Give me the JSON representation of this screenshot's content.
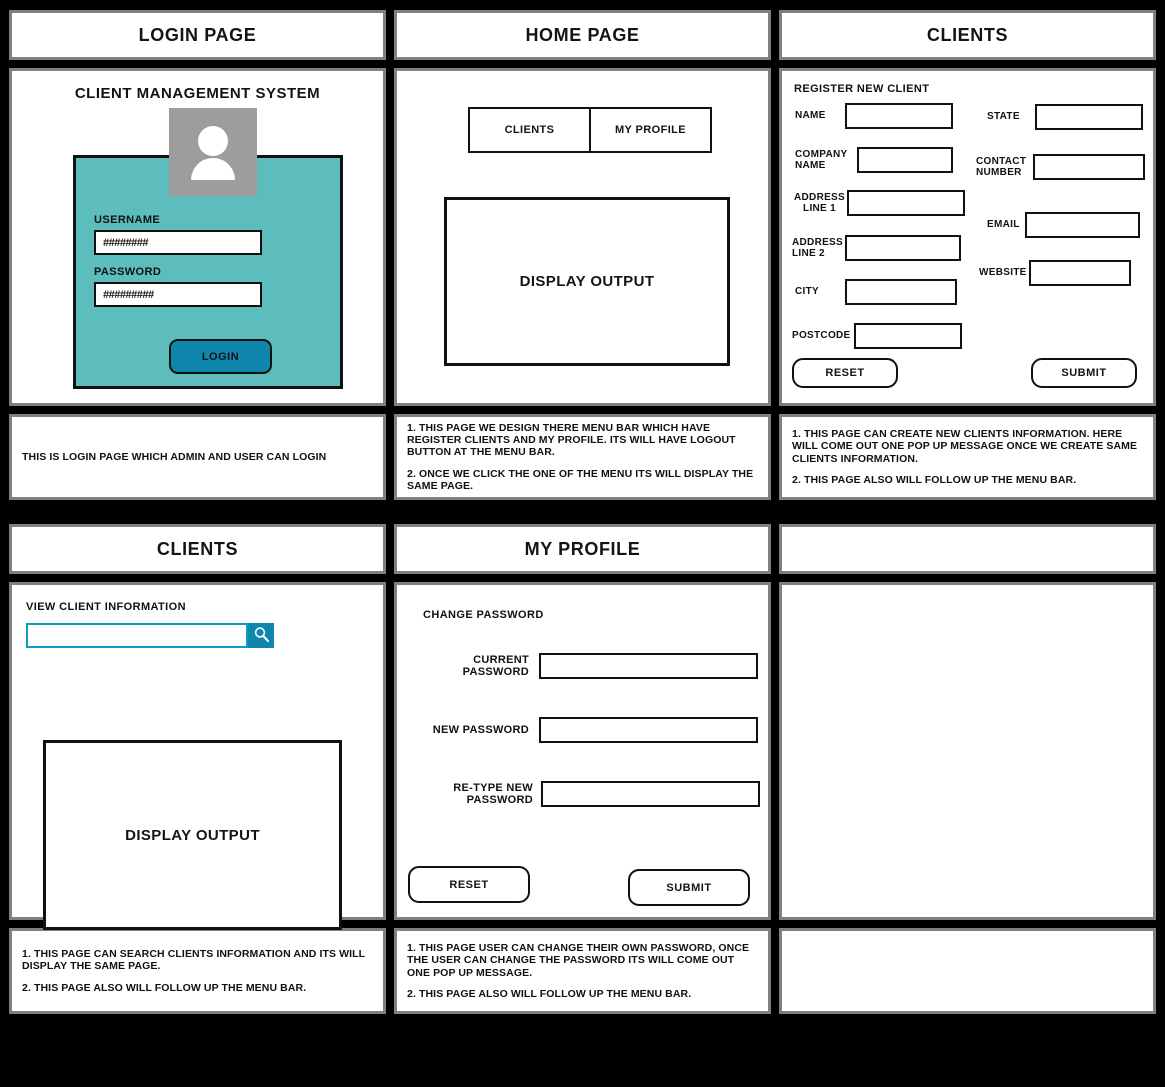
{
  "board": {
    "background_color": "#000000",
    "card_border_color": "#808080",
    "teal_color": "#5DBCBC",
    "blue_color": "#0F87AD",
    "avatar_color": "#9D9D9D"
  },
  "panels": {
    "login": {
      "title": "LOGIN PAGE",
      "heading": "CLIENT MANAGEMENT SYSTEM",
      "avatar_icon": "user-avatar-icon",
      "username_label": "USERNAME",
      "username_value": "########",
      "password_label": "PASSWORD",
      "password_value": "#########",
      "login_button": "LOGIN",
      "note_lines": [
        "THIS IS LOGIN PAGE WHICH ADMIN AND USER CAN LOGIN"
      ]
    },
    "home": {
      "title": "HOME PAGE",
      "menu": [
        {
          "label": "CLIENTS"
        },
        {
          "label": "MY PROFILE"
        }
      ],
      "display_output": "DISPLAY OUTPUT",
      "note_lines": [
        "1. THIS PAGE WE DESIGN THERE MENU BAR WHICH HAVE REGISTER CLIENTS AND MY PROFILE. ITS WILL HAVE LOGOUT BUTTON AT THE MENU BAR.",
        "2. ONCE WE CLICK THE ONE OF THE MENU ITS WILL DISPLAY THE SAME PAGE."
      ]
    },
    "register_clients": {
      "title": "CLIENTS",
      "form_heading": "REGISTER NEW CLIENT",
      "fields_left": [
        {
          "label": "NAME",
          "value": ""
        },
        {
          "label": "COMPANY\nNAME",
          "value": ""
        },
        {
          "label": "ADDRESS\nLINE 1",
          "value": ""
        },
        {
          "label": "ADDRESS\nLINE 2",
          "value": ""
        },
        {
          "label": "CITY",
          "value": ""
        },
        {
          "label": "POSTCODE",
          "value": ""
        }
      ],
      "fields_right": [
        {
          "label": "STATE",
          "value": ""
        },
        {
          "label": "CONTACT\nNUMBER",
          "value": ""
        },
        {
          "label": "EMAIL",
          "value": ""
        },
        {
          "label": "WEBSITE",
          "value": ""
        }
      ],
      "reset_button": "RESET",
      "submit_button": "SUBMIT",
      "note_lines": [
        "1. THIS PAGE CAN CREATE NEW CLIENTS INFORMATION. HERE WILL COME OUT ONE POP UP MESSAGE ONCE WE CREATE SAME CLIENTS INFORMATION.",
        "2. THIS PAGE ALSO WILL FOLLOW UP THE MENU BAR."
      ]
    },
    "view_clients": {
      "title": "CLIENTS",
      "form_heading": "VIEW CLIENT INFORMATION",
      "search_value": "",
      "search_placeholder": "",
      "search_icon": "search-icon",
      "display_output": "DISPLAY OUTPUT",
      "note_lines": [
        "1. THIS PAGE CAN SEARCH CLIENTS INFORMATION AND ITS WILL DISPLAY THE SAME PAGE.",
        "2. THIS PAGE ALSO WILL FOLLOW UP THE MENU BAR."
      ]
    },
    "my_profile": {
      "title": "MY PROFILE",
      "form_heading": "CHANGE PASSWORD",
      "fields": [
        {
          "label": "CURRENT PASSWORD",
          "value": ""
        },
        {
          "label": "NEW PASSWORD",
          "value": ""
        },
        {
          "label": "RE-TYPE NEW PASSWORD",
          "value": ""
        }
      ],
      "reset_button": "RESET",
      "submit_button": "SUBMIT",
      "note_lines": [
        "1. THIS PAGE USER CAN CHANGE THEIR OWN PASSWORD, ONCE THE USER CAN CHANGE THE PASSWORD ITS WILL COME OUT ONE POP UP MESSAGE.",
        "2. THIS PAGE ALSO WILL FOLLOW UP THE MENU BAR."
      ]
    },
    "empty": {
      "title": "",
      "note_lines": []
    }
  }
}
